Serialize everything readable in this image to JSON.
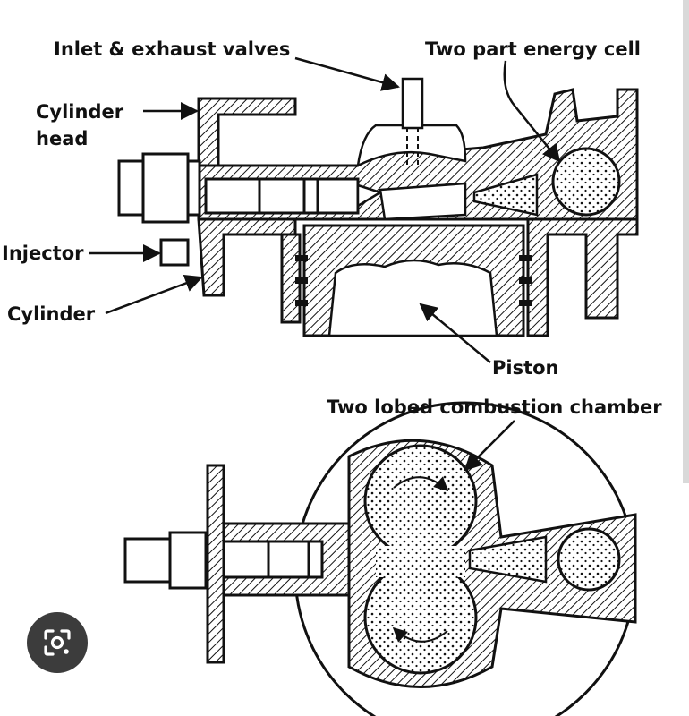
{
  "labels": {
    "inlet_exhaust_valves": "Inlet & exhaust valves",
    "two_part_energy_cell": "Two part energy cell",
    "cylinder_head_line1": "Cylinder",
    "cylinder_head_line2": "head",
    "injector": "Injector",
    "cylinder": "Cylinder",
    "piston": "Piston",
    "two_lobed_combustion_chamber": "Two lobed combustion chamber"
  },
  "overlay": {
    "lens_button_icon": "google-lens-icon"
  },
  "colors": {
    "ink": "#111111",
    "paper": "#ffffff",
    "lens_button": "#3c3c3c"
  }
}
